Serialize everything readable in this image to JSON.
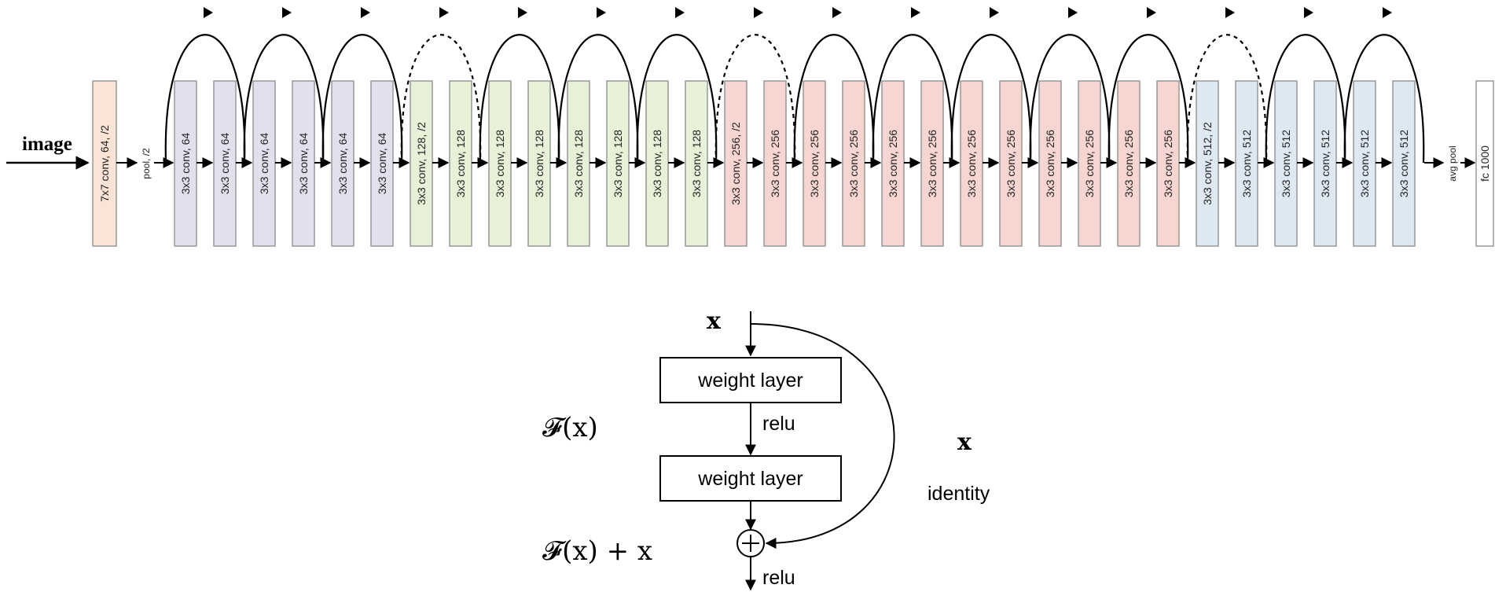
{
  "input_label": "image",
  "stem": {
    "label": "7x7 conv, 64, /2",
    "color": "#fbe4d5"
  },
  "pool_label": "pool, /2",
  "stages": [
    {
      "color": "#e3e0ee",
      "layers": [
        "3x3 conv, 64",
        "3x3 conv, 64",
        "3x3 conv, 64",
        "3x3 conv, 64",
        "3x3 conv, 64",
        "3x3 conv, 64"
      ]
    },
    {
      "color": "#e6f1d8",
      "layers": [
        "3x3 conv, 128, /2",
        "3x3 conv, 128",
        "3x3 conv, 128",
        "3x3 conv, 128",
        "3x3 conv, 128",
        "3x3 conv, 128",
        "3x3 conv, 128",
        "3x3 conv, 128"
      ]
    },
    {
      "color": "#f7d6d2",
      "layers": [
        "3x3 conv, 256, /2",
        "3x3 conv, 256",
        "3x3 conv, 256",
        "3x3 conv, 256",
        "3x3 conv, 256",
        "3x3 conv, 256",
        "3x3 conv, 256",
        "3x3 conv, 256",
        "3x3 conv, 256",
        "3x3 conv, 256",
        "3x3 conv, 256",
        "3x3 conv, 256"
      ]
    },
    {
      "color": "#dde8f2",
      "layers": [
        "3x3 conv, 512, /2",
        "3x3 conv, 512",
        "3x3 conv, 512",
        "3x3 conv, 512",
        "3x3 conv, 512",
        "3x3 conv, 512"
      ]
    }
  ],
  "avgpool_label": "avg pool",
  "fc_label": "fc 1000",
  "block": {
    "input": "x",
    "weight_layer_1": "weight layer",
    "relu_1": "relu",
    "weight_layer_2": "weight layer",
    "residual_label": "𝓕(x)",
    "sum_label": "𝓕(x) + x",
    "identity_x": "x",
    "identity_label": "identity",
    "relu_2": "relu"
  }
}
